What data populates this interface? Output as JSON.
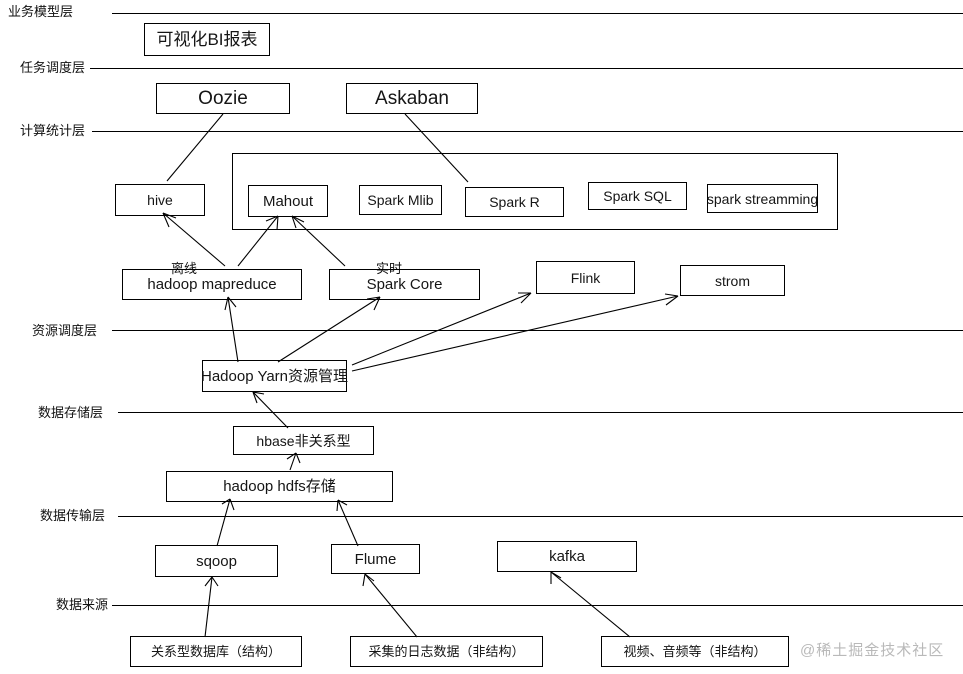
{
  "diagram": {
    "title_layer": "业务模型层",
    "watermark": "@稀土掘金技术社区",
    "colors": {
      "stroke": "#000000",
      "text": "#151515",
      "watermark": "#b9b9b9",
      "background": "#ffffff"
    },
    "layers": [
      {
        "id": "business-model",
        "label": "业务模型层"
      },
      {
        "id": "task-schedule",
        "label": "任务调度层"
      },
      {
        "id": "compute-stats",
        "label": "计算统计层"
      },
      {
        "id": "resource-schedule",
        "label": "资源调度层"
      },
      {
        "id": "data-storage",
        "label": "数据存储层"
      },
      {
        "id": "data-transport",
        "label": "数据传输层"
      },
      {
        "id": "data-source",
        "label": "数据来源"
      }
    ],
    "nodes": {
      "bi_report": "可视化BI报表",
      "oozie": "Oozie",
      "askaban": "Askaban",
      "hive": "hive",
      "mahout": "Mahout",
      "spark_mlib": "Spark Mlib",
      "spark_r": "Spark R",
      "spark_sql": "Spark  SQL",
      "spark_streamming": "spark streamming",
      "hadoop_mapreduce": "hadoop mapreduce",
      "spark_core": "Spark Core",
      "flink": "Flink",
      "strom": "strom",
      "hadoop_yarn": "Hadoop Yarn资源管理",
      "hbase": "hbase非关系型",
      "hdfs": "hadoop hdfs存储",
      "sqoop": "sqoop",
      "flume": "Flume",
      "kafka": "kafka",
      "src_rdb": "关系型数据库（结构）",
      "src_log": "采集的日志数据（非结构）",
      "src_media": "视频、音频等（非结构）"
    },
    "annotations": {
      "offline": "离线",
      "realtime": "实时"
    }
  }
}
